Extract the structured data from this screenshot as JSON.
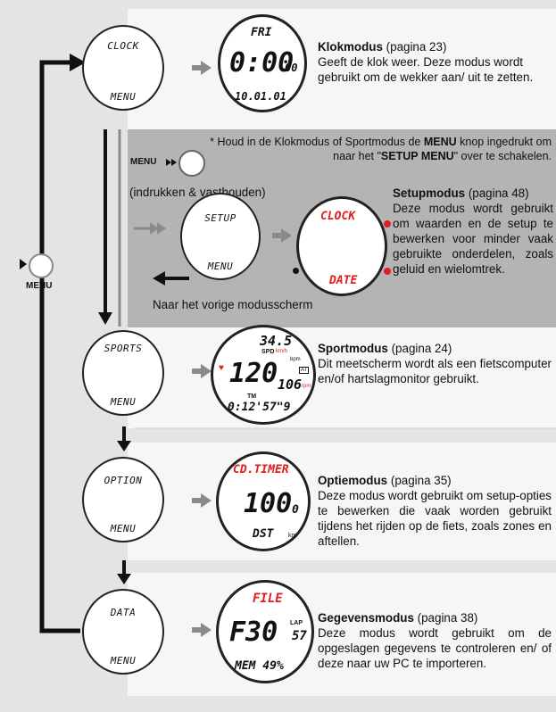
{
  "modes": {
    "clock": {
      "button_top": "CLOCK",
      "button_bottom": "MENU",
      "screen_day": "FRI",
      "screen_time": "0:00",
      "screen_seconds": "00",
      "screen_date": "10.01.01",
      "title": "Klokmodus",
      "page": "(pagina 23)",
      "desc": "Geeft de klok weer. Deze modus wordt gebruikt om de wekker aan/ uit te zetten."
    },
    "setup": {
      "note_prefix": "* Houd in de Klokmodus of Sportmodus de",
      "note_menu": "MENU",
      "note_mid": "knop ingedrukt om naar het \"",
      "note_setup": "SETUP MENU",
      "note_end": "\" over te schakelen.",
      "menu_label": "MENU",
      "press_hold": "(indrukken & vasthouden)",
      "button_top": "SETUP",
      "button_bottom": "MENU",
      "screen_top": "CLOCK",
      "screen_bottom": "DATE",
      "title": "Setupmodus",
      "page": "(pagina 48)",
      "desc": "Deze modus wordt gebruikt om waarden en de setup te bewerken voor minder vaak gebruikte onderdelen, zoals geluid en wielomtrek.",
      "back_label": "Naar het vorige modusscherm"
    },
    "sports": {
      "button_top": "SPORTS",
      "button_bottom": "MENU",
      "screen_speed": "34.5",
      "screen_spd": "SPD",
      "screen_kmh": "km/h",
      "screen_bpm": "bpm",
      "screen_hr": "120",
      "screen_cad": "106",
      "screen_rpm": "rpm",
      "screen_at": "AT",
      "screen_tm": "TM",
      "screen_time": "0:12'57\"9",
      "title": "Sportmodus",
      "page": "(pagina 24)",
      "desc": "Dit meetscherm wordt als een fietscomputer en/of hartslagmonitor gebruikt."
    },
    "option": {
      "button_top": "OPTION",
      "button_bottom": "MENU",
      "screen_top": "CD.TIMER",
      "screen_value": "100",
      "screen_decimal": "0",
      "screen_bottom": "DST",
      "screen_unit": "km",
      "title": "Optiemodus",
      "page": "(pagina 35)",
      "desc": "Deze modus wordt gebruikt om setup-opties te bewerken die vaak worden gebruikt tijdens het rijden op de fiets, zoals zones en aftellen."
    },
    "data": {
      "button_top": "DATA",
      "button_bottom": "MENU",
      "screen_top": "FILE",
      "screen_main": "F30",
      "screen_lap": "LAP",
      "screen_lapval": "57",
      "screen_bottom": "MEM 49%",
      "title": "Gegevensmodus",
      "page": "(pagina 38)",
      "desc": "Deze modus wordt gebruikt om de opgeslagen gegevens te controleren en/ of deze naar uw PC te importeren."
    }
  },
  "left_menu_label": "MENU",
  "colors": {
    "accent_red": "#e02020",
    "panel_gray": "#b4b4b4",
    "band_light": "#f6f6f6",
    "bg": "#e4e4e4"
  }
}
